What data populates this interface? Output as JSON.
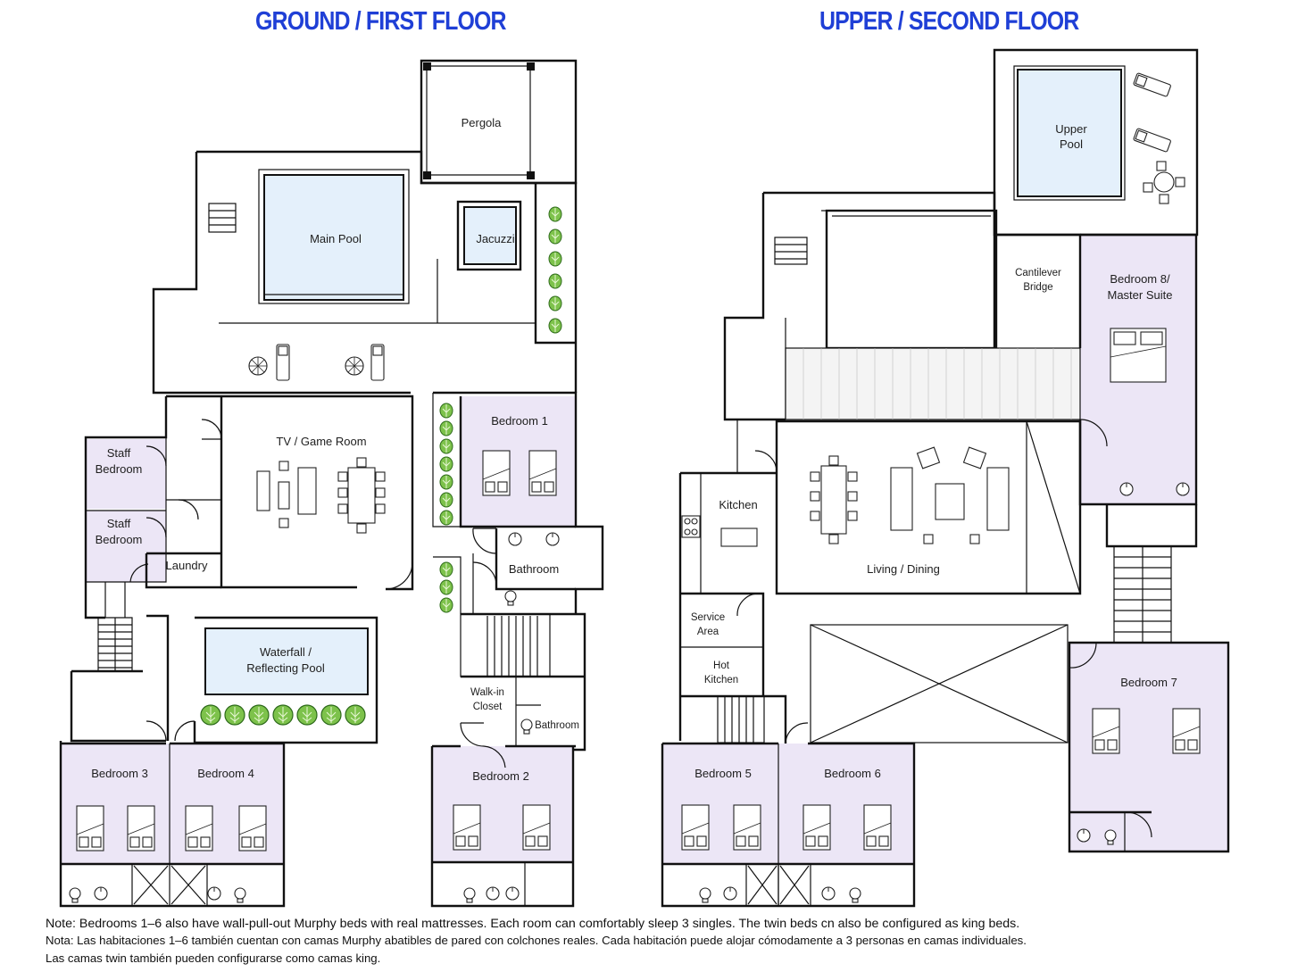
{
  "titles": {
    "ground": "GROUND / FIRST FLOOR",
    "upper": "UPPER / SECOND FLOOR"
  },
  "colors": {
    "title": "#1f3fd6",
    "bedroom_fill": "#ece6f6",
    "pool_fill": "#e4f0fb",
    "plant": "#7dc24b"
  },
  "rooms": {
    "pergola": "Pergola",
    "main_pool": "Main Pool",
    "jacuzzi": "Jacuzzi",
    "staff_bedroom_1": [
      "Staff",
      "Bedroom"
    ],
    "staff_bedroom_2": [
      "Staff",
      "Bedroom"
    ],
    "tv_game_room": "TV / Game Room",
    "laundry": "Laundry",
    "bedroom1": "Bedroom 1",
    "bathroom1": "Bathroom",
    "waterfall_pool": [
      "Waterfall /",
      "Reflecting Pool"
    ],
    "walk_in_closet": [
      "Walk-in",
      "Closet"
    ],
    "bathroom2": "Bathroom",
    "bedroom2": "Bedroom 2",
    "bedroom3": "Bedroom 3",
    "bedroom4": "Bedroom 4",
    "upper_pool": [
      "Upper",
      "Pool"
    ],
    "cantilever_bridge": [
      "Cantilever",
      "Bridge"
    ],
    "bedroom8": [
      "Bedroom 8/",
      "Master Suite"
    ],
    "kitchen": "Kitchen",
    "living_dining": "Living / Dining",
    "service_area": [
      "Service",
      "Area"
    ],
    "hot_kitchen": [
      "Hot",
      "Kitchen"
    ],
    "bedroom7": "Bedroom 7",
    "bedroom5": "Bedroom 5",
    "bedroom6": "Bedroom 6"
  },
  "notes": {
    "english": "Note: Bedrooms 1–6 also have wall-pull-out Murphy beds with real mattresses. Each room can comfortably sleep 3 singles. The twin beds cn also be configured as king beds.",
    "spanish_1": "Nota: Las habitaciones 1–6 también cuentan con camas Murphy abatibles de pared con colchones reales. Cada habitación puede alojar cómodamente a 3 personas en camas individuales.",
    "spanish_2": "Las camas twin también pueden configurarse como camas king."
  }
}
